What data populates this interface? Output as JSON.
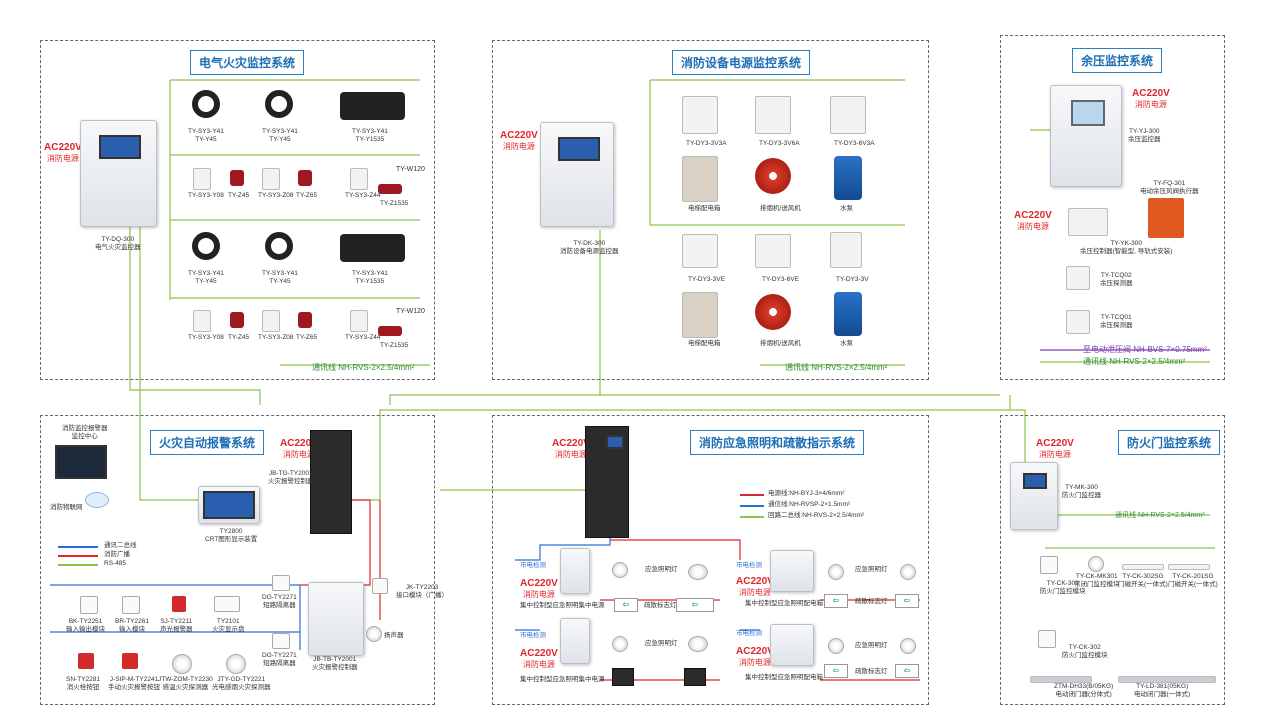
{
  "panels": {
    "electric_fire": {
      "title": "电气火灾监控系统",
      "ac": "AC220V",
      "ac_sub": "消防电源",
      "host": "TY-DQ-300\n电气火灾监控器",
      "wire": "通讯线 NH-RVS-2×2.5/4mm²",
      "row1": [
        "TY-SY3-Y41\nTY-Y45",
        "TY-SY3-Y41\nTY-Y45",
        "TY-SY3-Y41\nTY-Y1535"
      ],
      "row2": [
        "TY-SY3-Y08",
        "TY-Z45",
        "TY-SY3-Z08",
        "TY-Z65",
        "TY-SY3-Z44",
        "TY-Z1535"
      ],
      "w120": "TY-W120",
      "row3": [
        "TY-SY3-Y41\nTY-Y45",
        "TY-SY3-Y41\nTY-Y45",
        "TY-SY3-Y41\nTY-Y1535"
      ],
      "row4": [
        "TY-SY3-Y08",
        "TY-Z45",
        "TY-SY3-Z08",
        "TY-Z65",
        "TY-SY3-Z44",
        "TY-Z1535"
      ]
    },
    "power_monitor": {
      "title": "消防设备电源监控系统",
      "ac": "AC220V",
      "ac_sub": "消防电源",
      "host": "TY-DK-300\n消防设备电源监控器",
      "wire": "通讯线 NH-RVS-2×2.5/4mm²",
      "top": [
        "TY-DY3-3V3A",
        "TY-DY3-3V6A",
        "TY-DY3-6V3A"
      ],
      "top_eq": [
        "电梯配电箱",
        "排烟机/送风机",
        "水泵"
      ],
      "bot": [
        "TY-DY3-3VE",
        "TY-DY3-6VE",
        "TY-DY3-3V"
      ],
      "bot_eq": [
        "电梯配电箱",
        "排烟机/送风机",
        "水泵"
      ]
    },
    "residual": {
      "title": "余压监控系统",
      "ac": "AC220V",
      "ac_sub": "消防电源",
      "host": "TY-YJ-300\n余压监控器",
      "ac2": "AC220V",
      "ac2_sub": "消防电源",
      "fq": "TY-FQ-301\n电动余压风阀执行器",
      "yk": "TY-YK-300\n余压控制器(智能型, 导轨式安装)",
      "tcq2": "TY-TCQ02\n余压探测器",
      "tcq1": "TY-TCQ01\n余压探测器",
      "wire1": "至电动泄压阀 NH-BVS-7×0.75mm²",
      "wire2": "通讯线 NH-RVS-2×2.5/4mm²"
    },
    "fire_alarm": {
      "title": "火灾自动报警系统",
      "ac": "AC220V",
      "ac_sub": "消防电源",
      "center": "消防监控报警器\n监控中心",
      "cloud": "消防物联网",
      "crt": "TY2800\nCRT图形显示装置",
      "host": "JB-TG-TY2001\n火灾报警控制器",
      "legend": [
        "通讯二总线",
        "消防广播",
        "RS-485"
      ],
      "dg1": "DG-TY2271\n短路隔离器",
      "dg2": "DG-TY2271\n短路隔离器",
      "jk": "JK-TY2203\n接口模块（广播）",
      "spk": "扬声器",
      "host2": "JB-TB-TY2001\n火灾报警控制器",
      "devs1": [
        "BK-TY2251\n输入输出模块",
        "BR-TY2261\n输入模块",
        "SJ-TY2211\n声光报警器",
        "TY2101\n火灾显示盘"
      ],
      "devs2": [
        "SN-TY2281\n消火栓按钮",
        "J-SIP-M-TY2241\n手动火灾报警按钮",
        "JTW-ZOM-TY2230\n感温火灾探测器",
        "JTY-GD-TY2221\n光电感烟火灾探测器"
      ]
    },
    "emergency": {
      "title": "消防应急照明和疏散指示系统",
      "ac": "AC220V",
      "ac_sub": "消防电源",
      "legend": [
        "电源线:NH-BYJ-3×4/6mm²",
        "通信线:NH-RVSP-2×1.5mm²",
        "回路二总线:NH-RVS-2×2.5/4mm²"
      ],
      "city": "市电检测",
      "ac_l": "AC220V",
      "ac_l_sub": "消防电源",
      "box1": "集中控制型应急照明集中电源",
      "box2": "集中控制型应急照明集中电源",
      "box3": "集中控制型应急照明配电箱",
      "box4": "集中控制型应急照明配电箱",
      "lamp": "应急照明灯",
      "exit": "疏散标志灯"
    },
    "fire_door": {
      "title": "防火门监控系统",
      "ac": "AC220V",
      "ac_sub": "消防电源",
      "host": "TY-MK-300\n防火门监控器",
      "wire": "通讯线 NH-RVS-2×2.5/4mm²",
      "d1": "TY-CK-301\n防火门监控模块",
      "d2": "TY-CK-MK301\n常闭门监控模块",
      "d3": "TY-CK-302SG\n门磁开关(一体式)",
      "d4": "TY-CK-201SG\n门磁开关(一体式)",
      "d5": "TY-CK-302\n防火门监控模块",
      "d6": "ZTM-DH33(B/05KG)\n电动闭门器(分体式)",
      "d7": "TY-LD-381(05KG)\n电动闭门器(一体式)"
    }
  },
  "colors": {
    "title_border": "#2c7fc1",
    "ac_red": "#e0262a",
    "bus_green": "#8bc34a",
    "bus_blue": "#2a6fd6",
    "bus_red": "#e0262a",
    "bus_purple": "#7b3fb0"
  }
}
